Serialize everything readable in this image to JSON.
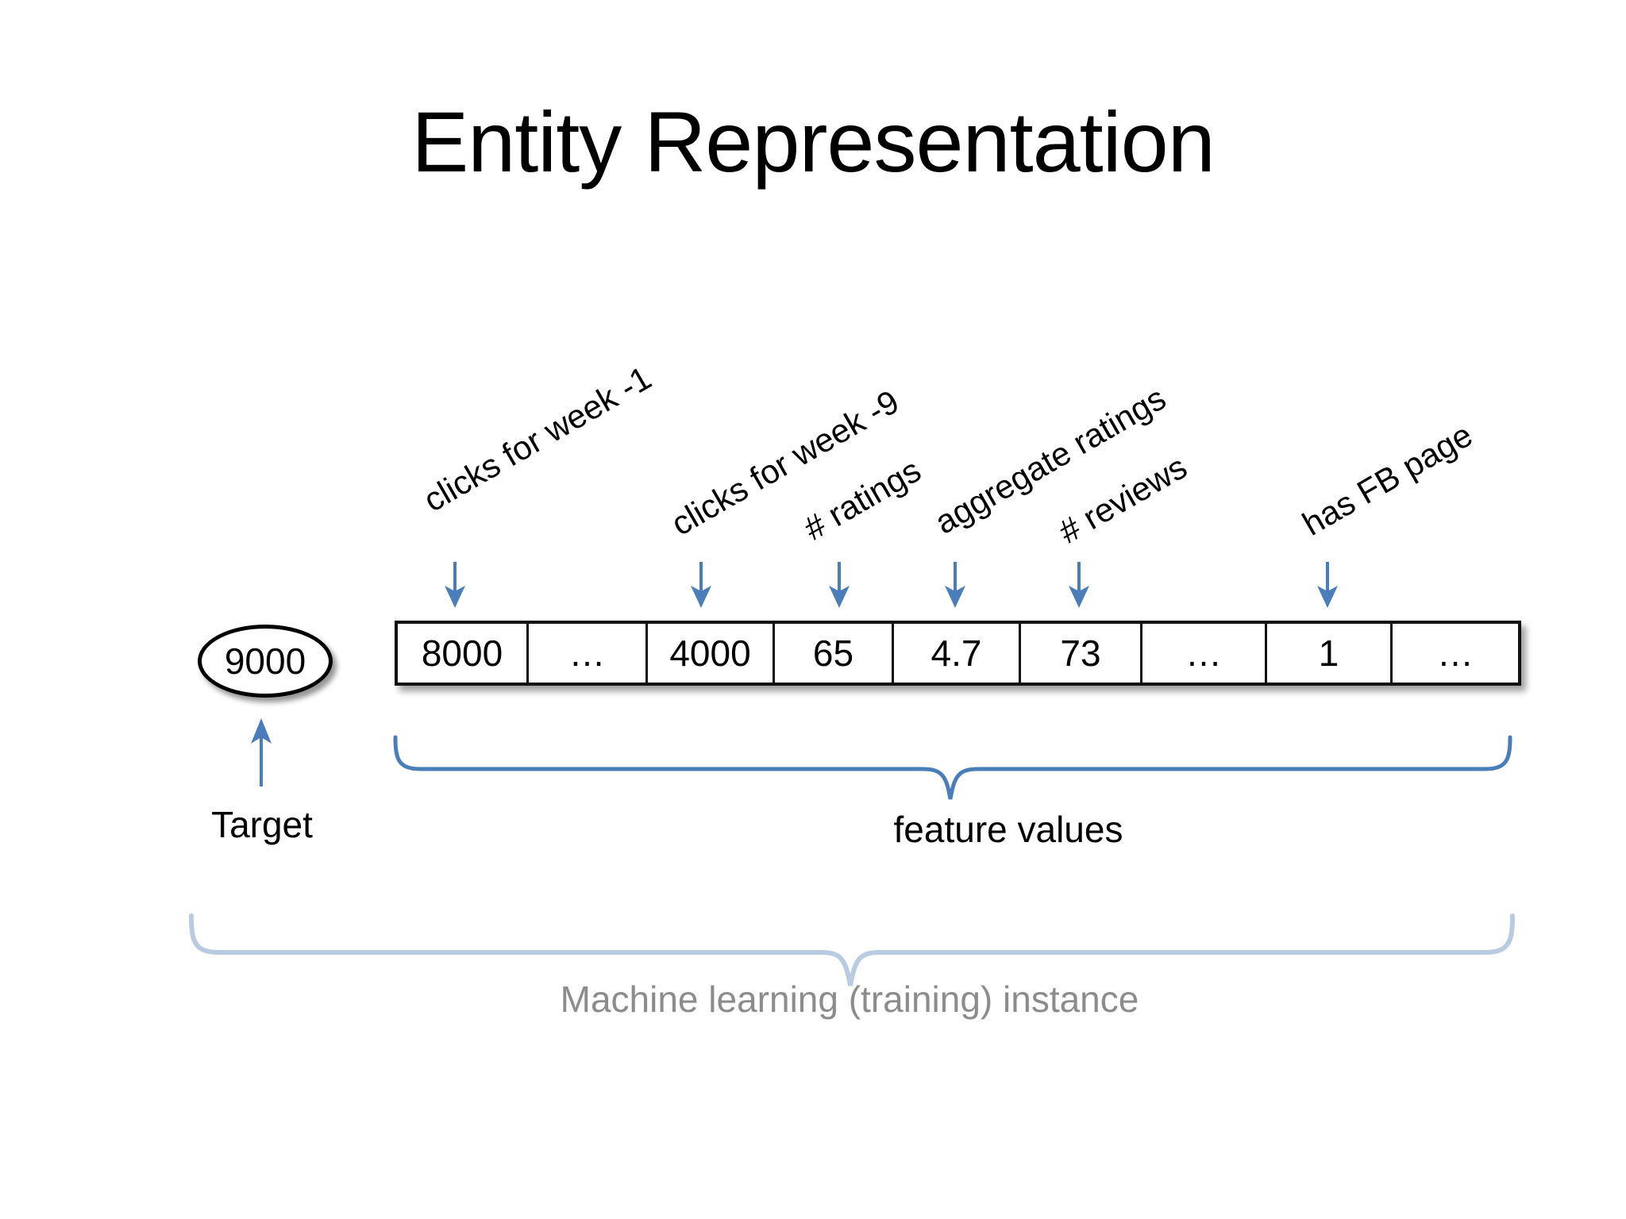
{
  "slide": {
    "title": "Entity Representation",
    "background_color": "#ffffff"
  },
  "colors": {
    "arrow_blue": "#4a7ebb",
    "brace_blue": "#4a7ebb",
    "brace_light_blue": "#b9cbe0",
    "muted_text": "#8c8c8c",
    "outline_black": "#111111"
  },
  "target": {
    "value": "9000",
    "label": "Target"
  },
  "feature_labels": [
    {
      "text": "clicks for week -1",
      "cell_index": 0
    },
    {
      "text": "clicks for week -9",
      "cell_index": 2
    },
    {
      "text": "# ratings",
      "cell_index": 3
    },
    {
      "text": "aggregate ratings",
      "cell_index": 4
    },
    {
      "text": "# reviews",
      "cell_index": 5
    },
    {
      "text": "has FB page",
      "cell_index": 7
    }
  ],
  "feature_row": {
    "cells": [
      {
        "value": "8000",
        "has_arrow": true
      },
      {
        "value": "…",
        "has_arrow": false
      },
      {
        "value": "4000",
        "has_arrow": true
      },
      {
        "value": "65",
        "has_arrow": true
      },
      {
        "value": "4.7",
        "has_arrow": true
      },
      {
        "value": "73",
        "has_arrow": true
      },
      {
        "value": "…",
        "has_arrow": false
      },
      {
        "value": "1",
        "has_arrow": true
      },
      {
        "value": "…",
        "has_arrow": false
      }
    ]
  },
  "braces": {
    "feature_values_label": "feature values",
    "ml_instance_label": "Machine learning (training) instance"
  }
}
